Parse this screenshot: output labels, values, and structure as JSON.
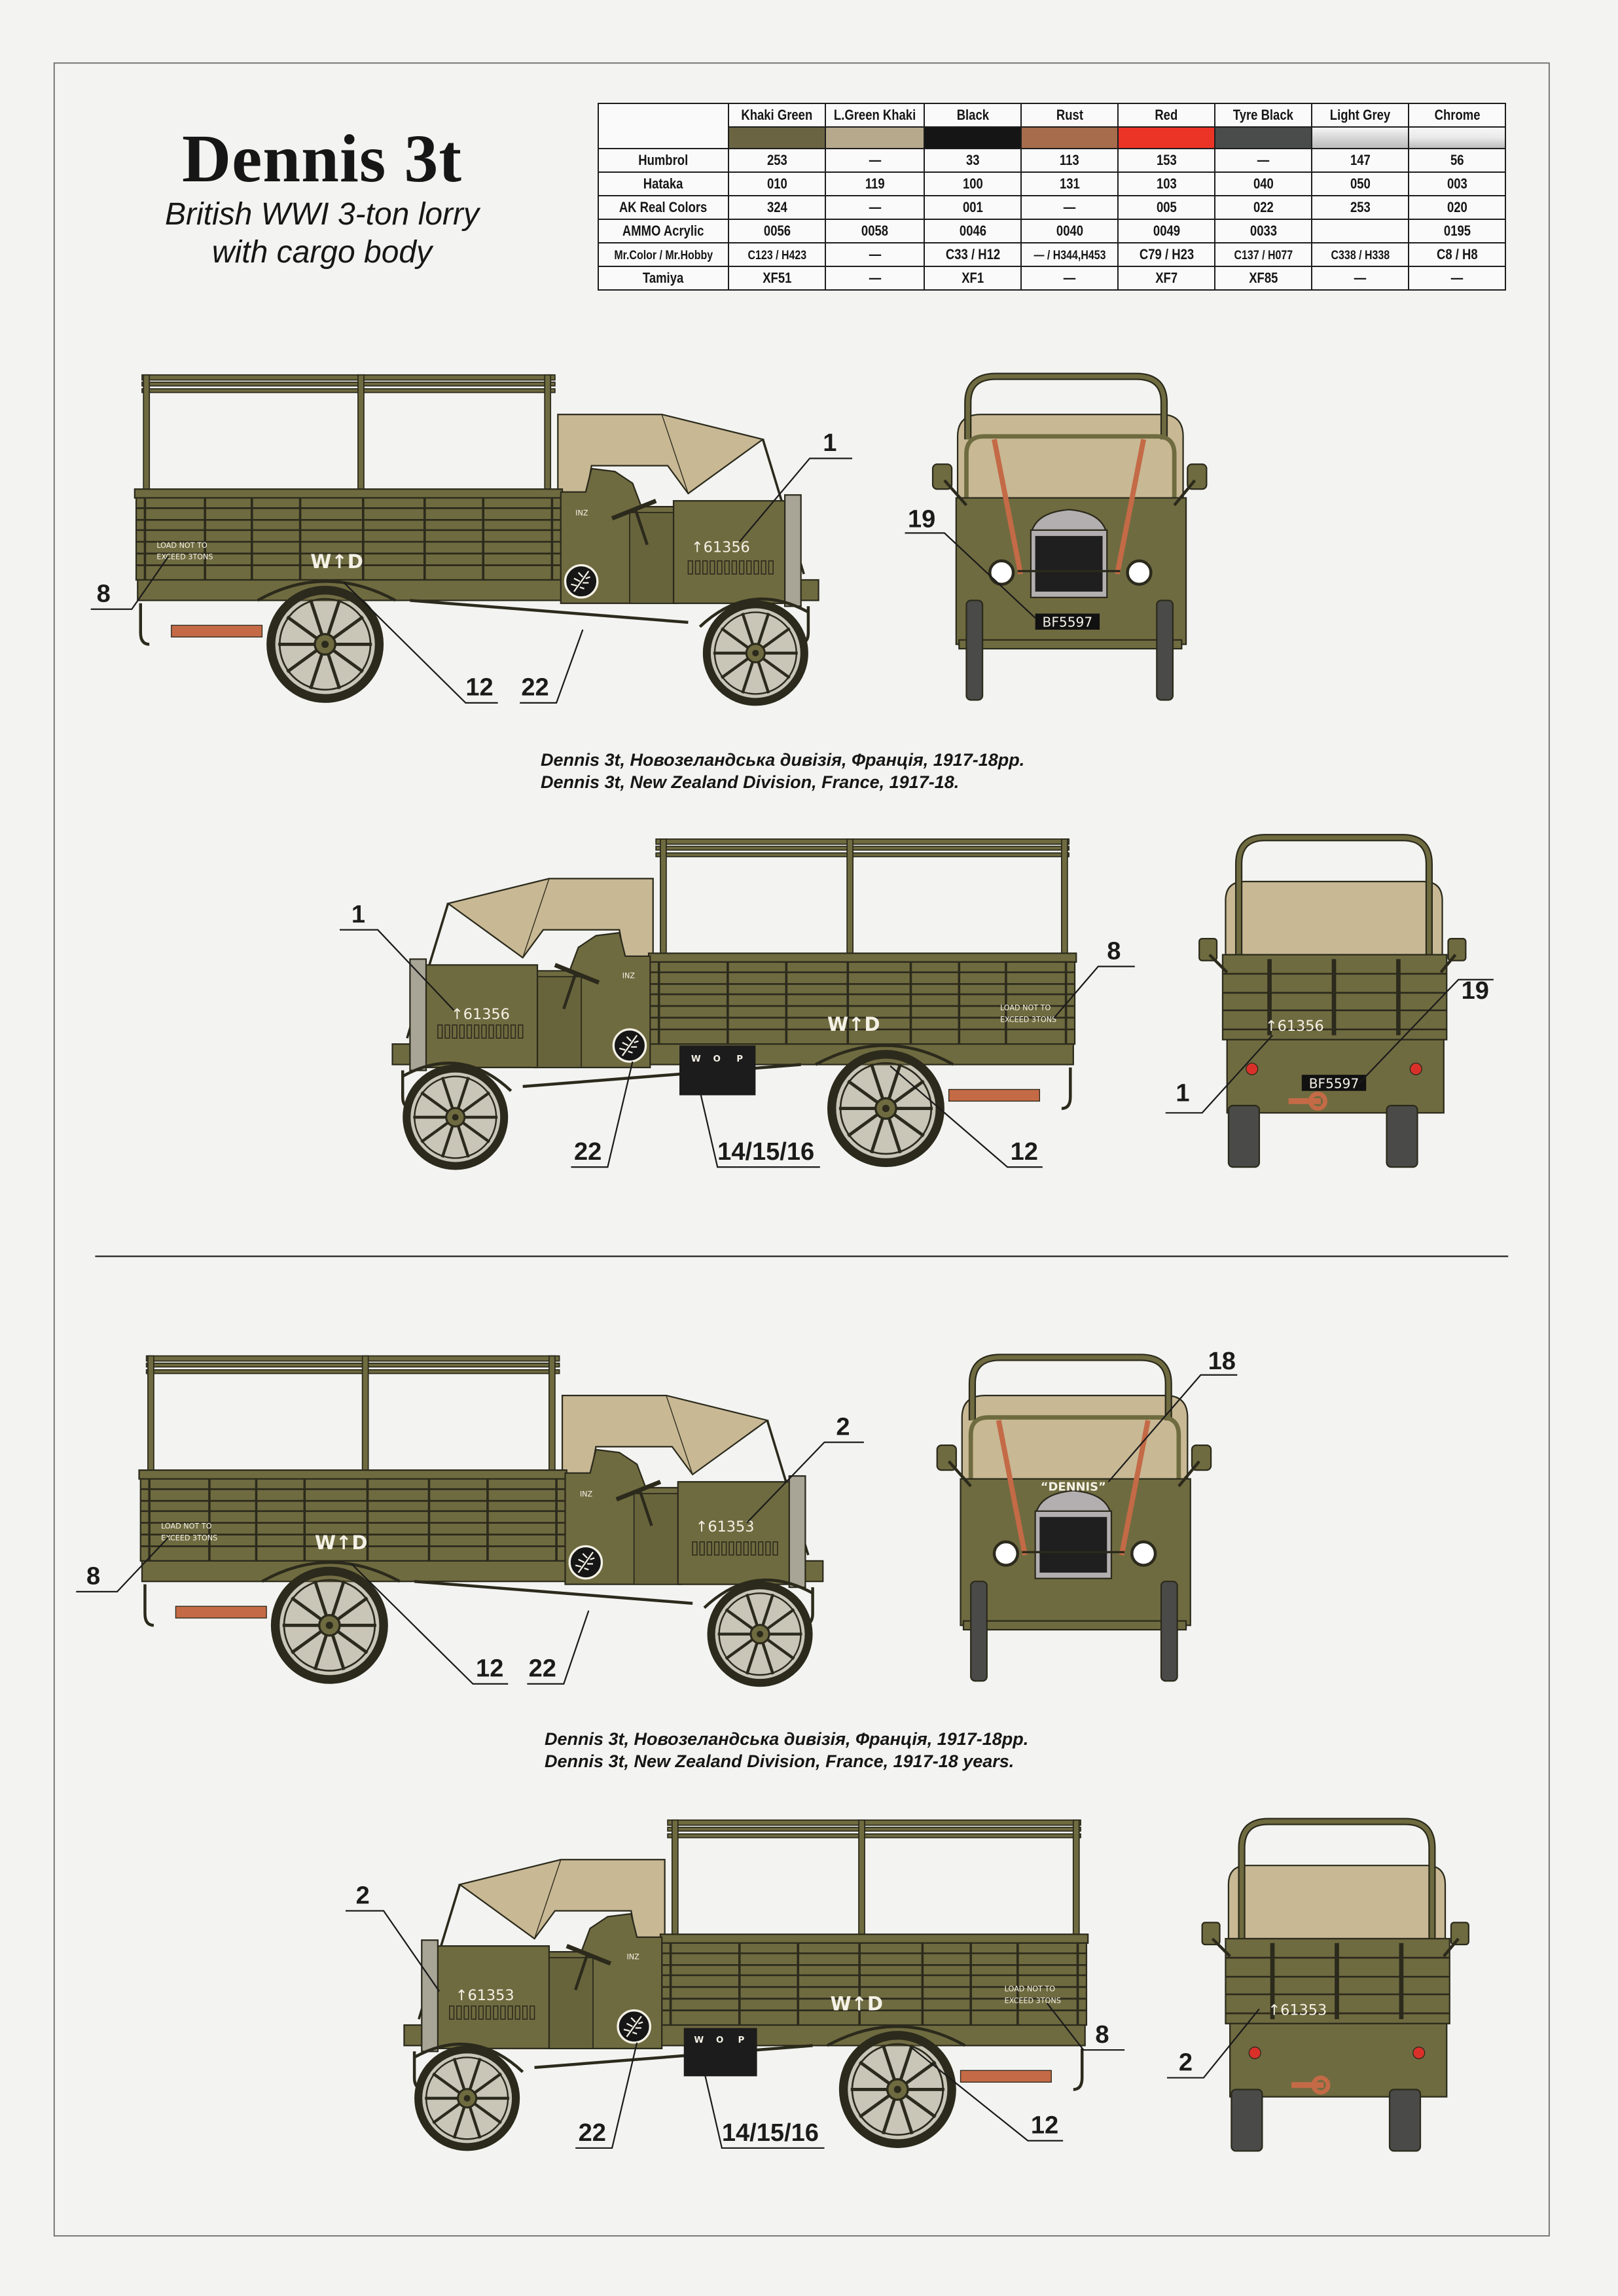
{
  "title": "Dennis 3t",
  "subtitle": [
    "British WWI 3-ton lorry",
    "with cargo body"
  ],
  "paint_table": {
    "columns": [
      {
        "name": "Khaki Green",
        "color": "#6b6442"
      },
      {
        "name": "L.Green Khaki",
        "color": "#b7aa8c"
      },
      {
        "name": "Black",
        "color": "#151515"
      },
      {
        "name": "Rust",
        "color": "#a76c4c"
      },
      {
        "name": "Red",
        "color": "#ec3426"
      },
      {
        "name": "Tyre Black",
        "color": "#4a4b4b"
      },
      {
        "name": "Light Grey",
        "color": "#d6d6d6"
      },
      {
        "name": "Chrome",
        "color": "#e9e9e9"
      }
    ],
    "rows": [
      {
        "brand": "Humbrol",
        "values": [
          "253",
          "—",
          "33",
          "113",
          "153",
          "—",
          "147",
          "56"
        ]
      },
      {
        "brand": "Hataka",
        "values": [
          "010",
          "119",
          "100",
          "131",
          "103",
          "040",
          "050",
          "003"
        ]
      },
      {
        "brand": "AK Real Colors",
        "values": [
          "324",
          "—",
          "001",
          "—",
          "005",
          "022",
          "253",
          "020"
        ]
      },
      {
        "brand": "AMMO Acrylic",
        "values": [
          "0056",
          "0058",
          "0046",
          "0040",
          "0049",
          "0033",
          "",
          "0195"
        ]
      },
      {
        "brand": "Mr.Color / Mr.Hobby",
        "values": [
          "C123 / H423",
          "—",
          "C33 / H12",
          "— / H344,H453",
          "C79 / H23",
          "C137 / H077",
          "C338 / H338",
          "C8 / H8"
        ]
      },
      {
        "brand": "Tamiya",
        "values": [
          "XF51",
          "—",
          "XF1",
          "—",
          "XF7",
          "XF85",
          "—",
          "—"
        ]
      }
    ]
  },
  "schemes": [
    {
      "caption_ua": "Dennis 3t, Новозеландська дивізія, Франція, 1917-18рр.",
      "caption_en": "Dennis 3t, New Zealand Division, France, 1917-18.",
      "serial": "↑61356",
      "plate": "BF5597"
    },
    {
      "caption_ua": "Dennis 3t, Новозеландська дивізія, Франція, 1917-18рр.",
      "caption_en": "Dennis 3t, New Zealand Division, France, 1917-18 years.",
      "serial": "↑61353",
      "front_name": "“DENNIS”"
    }
  ],
  "markings": {
    "load_line1": "LOAD NOT TO",
    "load_line2": "EXCEED 3TONS",
    "wd": "W↑D",
    "inz": "INZ",
    "wop": [
      "W",
      "O",
      "P"
    ]
  },
  "callouts": {
    "side1": [
      "1",
      "8",
      "12",
      "22"
    ],
    "front1": [
      "19"
    ],
    "side2": [
      "1",
      "8",
      "22",
      "14/15/16",
      "12"
    ],
    "rear2": [
      "19",
      "1"
    ],
    "side3": [
      "2",
      "8",
      "12",
      "22"
    ],
    "front3": [
      "18"
    ],
    "side4": [
      "2",
      "8",
      "22",
      "14/15/16",
      "12"
    ],
    "rear4": [
      "2"
    ]
  },
  "colors": {
    "olive": "#6f6b40",
    "canvas": "#c8b894",
    "outline": "#2b2a1c",
    "rust": "#c46a46"
  }
}
